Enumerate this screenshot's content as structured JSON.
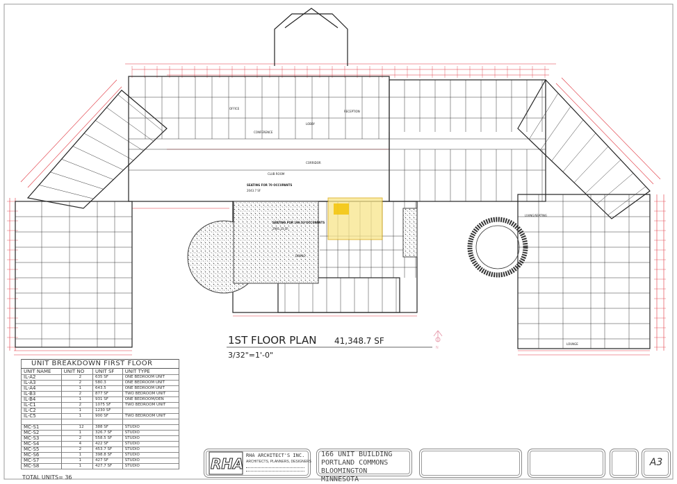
{
  "drawing": {
    "title": "1ST FLOOR PLAN",
    "area": "41,348.7 SF",
    "scale": "3/32\"=1'-0\"",
    "north_arrow_label": "N",
    "room_labels": {
      "club_room": "CLUB ROOM",
      "seating_70": "SEATING FOR 70 OCCUPANTS",
      "seating_70_area": "2043.7 SF",
      "seating_199": "SEATING FOR 199.33 OCCUPANTS",
      "seating_199_area": "2991.33 SF",
      "corridor": "CORRIDOR",
      "reception": "RECEPTION",
      "lobby": "LOBBY",
      "conference": "CONFERENCE",
      "office": "OFFICE",
      "dining": "DINING",
      "living": "LIVING/SEATING",
      "lounge": "LOUNGE"
    }
  },
  "unit_breakdown": {
    "title": "UNIT BREAKDOWN FIRST FLOOR",
    "columns": [
      "UNIT NAME",
      "UNIT NO",
      "UNIT SF",
      "UNIT TYPE"
    ],
    "rows": [
      [
        "IL-A2",
        "2",
        "635 SF",
        "ONE BEDROOM UNIT"
      ],
      [
        "IL-A3",
        "2",
        "580.3",
        "ONE BEDROOM UNIT"
      ],
      [
        "IL-A4",
        "1",
        "643.5",
        "ONE BEDROOM UNIT"
      ],
      [
        "IL-B3",
        "2",
        "877 SF",
        "TWO BEDROOM UNIT"
      ],
      [
        "IL-B4",
        "1",
        "931 SF",
        "ONE BEDROOM/DEN"
      ],
      [
        "IL-C1",
        "2",
        "1075 SF",
        "TWO BEDROOM UNIT"
      ],
      [
        "IL-C2",
        "1",
        "1230 SF",
        ""
      ],
      [
        "IL-C5",
        "1",
        "900 SF",
        "TWO BEDROOM UNIT"
      ],
      [
        "",
        "",
        "",
        ""
      ],
      [
        "MC-S1",
        "12",
        "388 SF",
        "STUDIO"
      ],
      [
        "MC-S2",
        "1",
        "326.7 SF",
        "STUDIO"
      ],
      [
        "MC-S3",
        "2",
        "558.5 SF",
        "STUDIO"
      ],
      [
        "MC-S4",
        "4",
        "422 SF",
        "STUDIO"
      ],
      [
        "MC-S5",
        "2",
        "453.7 SF",
        "STUDIO"
      ],
      [
        "MC-S6",
        "1",
        "398.8 SF",
        "STUDIO"
      ],
      [
        "MC-S7",
        "1",
        "427 SF",
        "STUDIO"
      ],
      [
        "MC-S8",
        "1",
        "427.7 SF",
        "STUDIO"
      ]
    ],
    "total": "TOTAL UNITS= 36"
  },
  "title_block": {
    "firm_logo": "RHA",
    "firm_name": "RHA ARCHITECT'S INC.",
    "firm_tagline": "ARCHITECTS, PLANNERS, DESIGNERS",
    "project_line1": "166 UNIT BUILDING",
    "project_line2": "PORTLAND COMMONS",
    "project_line3": "BLOOMINGTON MINNESOTA",
    "sheet_number": "A3"
  },
  "colors": {
    "dimension": "#e0303a",
    "line": "#222222",
    "highlight": "#f2c200"
  }
}
